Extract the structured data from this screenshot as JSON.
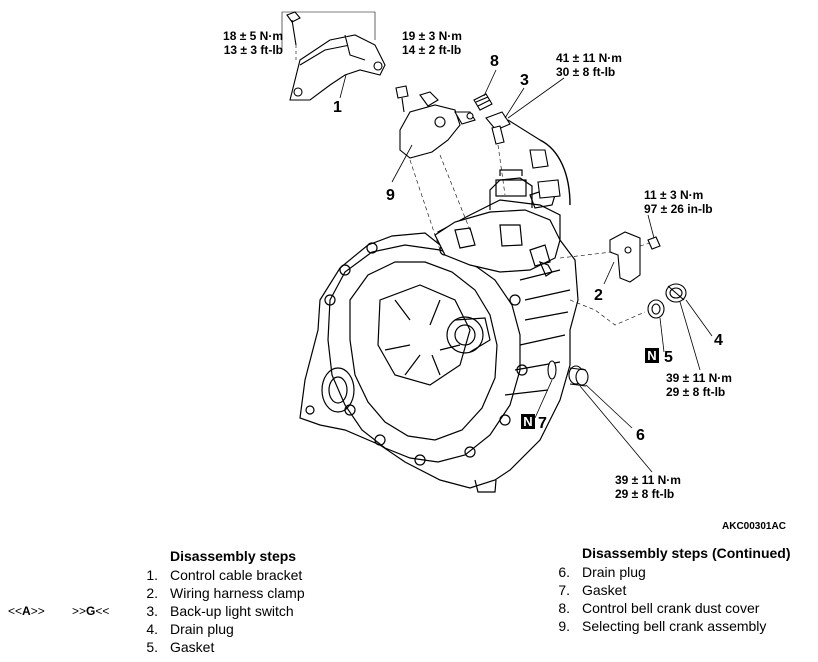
{
  "torques": {
    "t1": {
      "nm": "18 ± 5 N·m",
      "imp": "13 ± 3 ft-lb"
    },
    "t9": {
      "nm": "19 ± 3 N·m",
      "imp": "14 ± 2 ft-lb"
    },
    "t3": {
      "nm": "41 ± 11 N·m",
      "imp": "30 ± 8 ft-lb"
    },
    "t2": {
      "nm": "11 ± 3 N·m",
      "imp": "97 ± 26 in-lb"
    },
    "t4": {
      "nm": "39 ± 11 N·m",
      "imp": "29 ± 8 ft-lb"
    },
    "t6": {
      "nm": "39 ± 11 N·m",
      "imp": "29 ± 8 ft-lb"
    }
  },
  "callouts": [
    "1",
    "2",
    "3",
    "4",
    "5",
    "6",
    "7",
    "8",
    "9"
  ],
  "new_part_mark": "N",
  "figure_code": "AKC00301AC",
  "steps_left": {
    "heading": "Disassembly steps",
    "items": [
      {
        "num": "1.",
        "text": "Control cable bracket"
      },
      {
        "num": "2.",
        "text": "Wiring harness clamp"
      },
      {
        "num": "3.",
        "text": "Back-up light switch"
      },
      {
        "num": "4.",
        "text": "Drain plug"
      },
      {
        "num": "5.",
        "text": "Gasket"
      }
    ]
  },
  "steps_right": {
    "heading": "Disassembly steps (Continued)",
    "items": [
      {
        "num": "6.",
        "text": "Drain plug"
      },
      {
        "num": "7.",
        "text": "Gasket"
      },
      {
        "num": "8.",
        "text": "Control bell crank dust cover"
      },
      {
        "num": "9.",
        "text": "Selecting bell crank assembly"
      }
    ]
  },
  "service_refs": {
    "a_prefix": "<<",
    "a_letter": "A",
    "a_suffix": ">>",
    "g_prefix": ">>",
    "g_letter": "G",
    "g_suffix": "<<"
  }
}
